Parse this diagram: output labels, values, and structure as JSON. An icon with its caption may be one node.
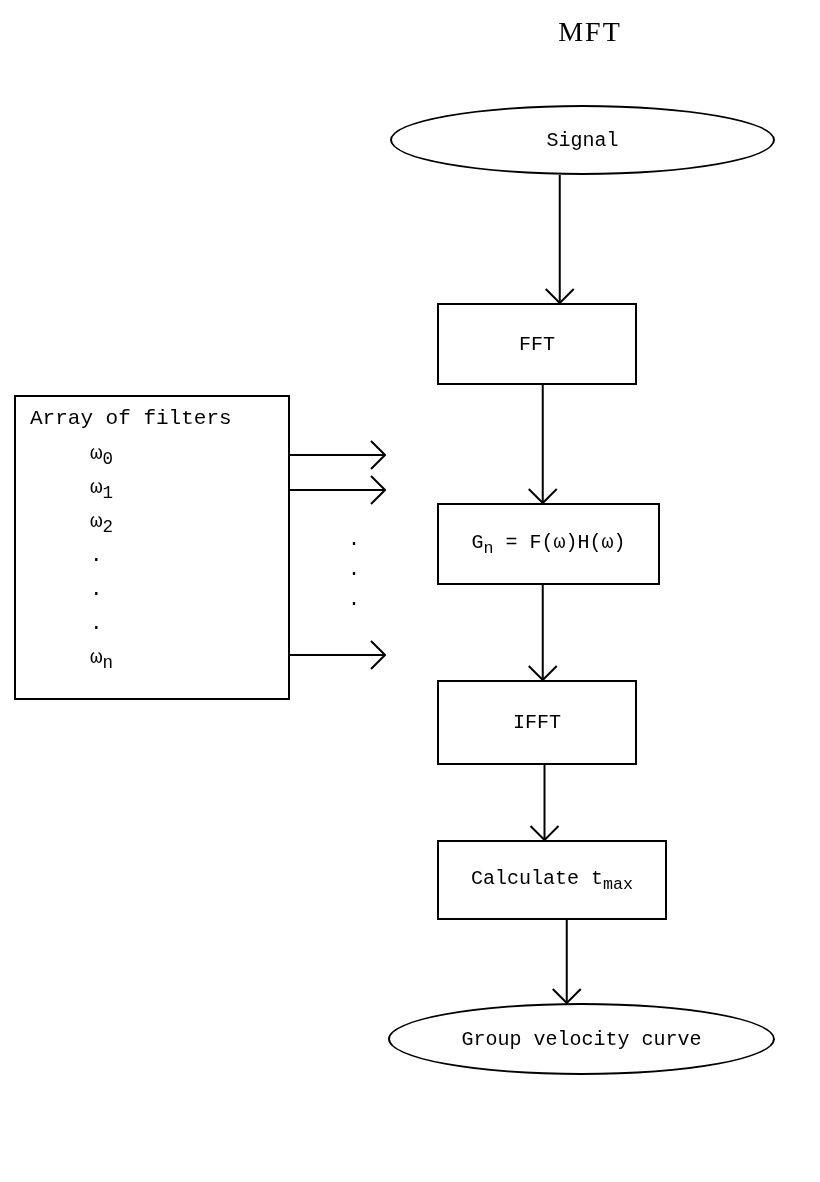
{
  "diagram": {
    "title": "MFT",
    "nodes": [
      {
        "text": [
          "Signal"
        ]
      },
      {
        "text": [
          "FFT"
        ]
      },
      {
        "text": [
          "G$_{n}$ = F(ω)H(ω)"
        ]
      },
      {
        "text": [
          "IFFT"
        ]
      },
      {
        "text": [
          "Calculate t$_{max}$"
        ]
      },
      {
        "text": [
          "Group velocity curve"
        ]
      },
      {
        "text": [
          "Array of filters",
          "ω$_{0}$",
          "ω$_{1}$",
          "ω$_{2}$",
          ".",
          ".",
          ".",
          "ω$_{n}$"
        ]
      }
    ],
    "edges": [
      {
        "from": 0,
        "to": 1,
        "arrow": "to"
      },
      {
        "from": 1,
        "to": 2,
        "arrow": "to"
      },
      {
        "from": 2,
        "to": 3,
        "arrow": "to"
      },
      {
        "from": 3,
        "to": 4,
        "arrow": "to"
      },
      {
        "from": 4,
        "to": 5,
        "arrow": "to"
      },
      {
        "from": 6,
        "to": null,
        "arrow": "to"
      },
      {
        "from": 6,
        "to": null,
        "arrow": "to"
      },
      {
        "from": 6,
        "to": null,
        "arrow": "to"
      }
    ],
    "labels": [
      ".",
      ".",
      "."
    ]
  }
}
